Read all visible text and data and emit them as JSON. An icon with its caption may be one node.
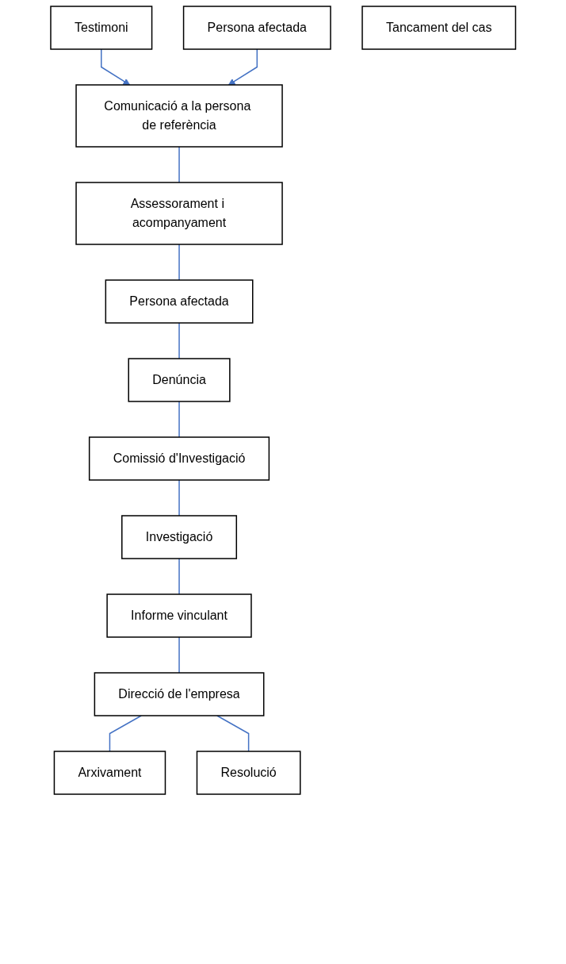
{
  "diagram": {
    "nodes": [
      {
        "text": [
          "Testimoni"
        ]
      },
      {
        "text": [
          "Persona afectada"
        ]
      },
      {
        "text": [
          "Comunicació a la persona de referència"
        ]
      },
      {
        "text": [
          "Assessorament i acompanyament"
        ]
      },
      {
        "text": [
          "Persona afectada"
        ]
      },
      {
        "text": [
          "Tancament del cas"
        ]
      },
      {
        "text": [
          "Denúncia"
        ]
      },
      {
        "text": [
          "Comissió d'Investigació"
        ]
      },
      {
        "text": [
          "Investigació"
        ]
      },
      {
        "text": [
          "Informe vinculant"
        ]
      },
      {
        "text": [
          "Direcció de l'empresa"
        ]
      },
      {
        "text": [
          "Arxivament"
        ]
      },
      {
        "text": [
          "Resolució"
        ]
      }
    ],
    "edges": [
      {
        "from": 0,
        "to": 2,
        "arrow": "to",
        "color": "#4472c4"
      },
      {
        "from": 1,
        "to": 2,
        "arrow": "to",
        "color": "#4472c4"
      },
      {
        "from": 2,
        "to": 3,
        "arrow": "none",
        "color": "#4472c4"
      },
      {
        "from": 3,
        "to": 4,
        "arrow": "none",
        "color": "#4472c4"
      },
      {
        "from": 4,
        "to": 6,
        "arrow": "none",
        "color": "#4472c4"
      },
      {
        "from": 6,
        "to": 7,
        "arrow": "none",
        "color": "#4472c4"
      },
      {
        "from": 7,
        "to": 8,
        "arrow": "none",
        "color": "#4472c4"
      },
      {
        "from": 8,
        "to": 9,
        "arrow": "none",
        "color": "#4472c4"
      },
      {
        "from": 9,
        "to": 10,
        "arrow": "none",
        "color": "#4472c4"
      },
      {
        "from": 10,
        "to": 11,
        "arrow": "none",
        "color": "#4472c4"
      },
      {
        "from": 10,
        "to": 12,
        "arrow": "none",
        "color": "#4472c4"
      }
    ]
  }
}
